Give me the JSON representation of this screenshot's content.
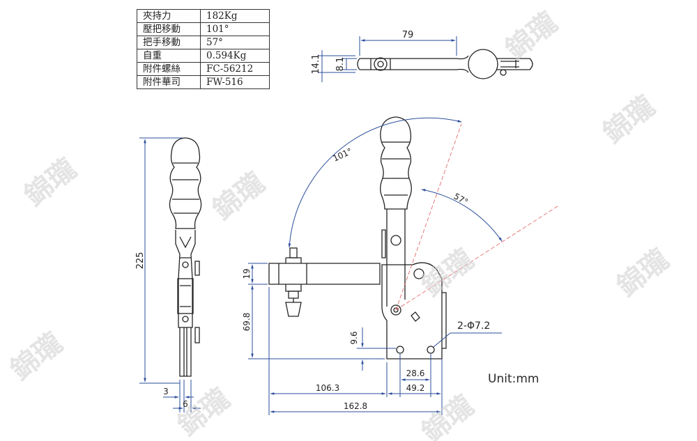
{
  "specs": [
    {
      "label": "夾持力",
      "value": "182Kg"
    },
    {
      "label": "壓把移動",
      "value": "101°"
    },
    {
      "label": "把手移動",
      "value": "57°"
    },
    {
      "label": "自重",
      "value": "0.594Kg"
    },
    {
      "label": "附件螺絲",
      "value": "FC-56212"
    },
    {
      "label": "附件華司",
      "value": "FW-516"
    }
  ],
  "dimensions": {
    "top_length": "79",
    "top_thick_outer": "14.1",
    "top_thick_inner": "8.1",
    "side_height": "225",
    "side_slot": "3",
    "side_width": "6",
    "bar_height": "19",
    "base_height": "69.8",
    "mount_offset": "9.6",
    "hole_spacing": "28.6",
    "base_width": "49.2",
    "arm_reach": "106.3",
    "overall_length": "162.8",
    "arc_bar": "101°",
    "arc_handle": "57°",
    "holes": "2-Φ7.2"
  },
  "unit_label": "Unit:mm",
  "watermark": "錦瓏"
}
